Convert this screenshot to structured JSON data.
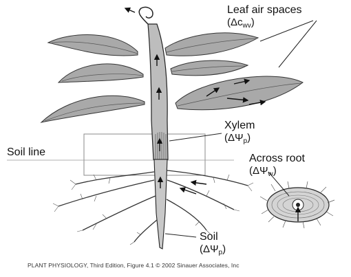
{
  "labels": {
    "leaf_air_spaces": {
      "title": "Leaf air spaces",
      "symbol": "(Δc",
      "subscript": "wv",
      "close": ")"
    },
    "xylem": {
      "title": "Xylem",
      "symbol": "(ΔΨ",
      "subscript": "p",
      "close": ")"
    },
    "soil_line": {
      "title": "Soil line"
    },
    "across_root": {
      "title": "Across root",
      "symbol": "(ΔΨ",
      "subscript": "w",
      "close": ")"
    },
    "soil": {
      "title": "Soil",
      "symbol": "(ΔΨ",
      "subscript": "p",
      "close": ")"
    }
  },
  "caption": "PLANT PHYSIOLOGY, Third Edition, Figure 4.1  © 2002 Sinauer Associates, Inc",
  "colors": {
    "ink": "#111111",
    "stem_fill": "#bdbdbd",
    "leaf_fill": "#a9a9a9",
    "box_stroke": "#888888"
  }
}
